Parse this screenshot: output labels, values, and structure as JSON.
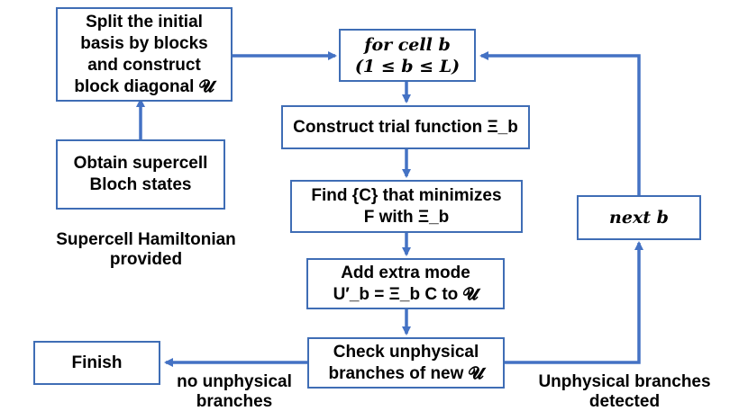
{
  "boxes": {
    "split": [
      "Split the initial",
      "basis by blocks",
      "and construct",
      "block diagonal 𝓤"
    ],
    "obtain": [
      "Obtain supercell",
      "Bloch states"
    ],
    "for_cell": [
      "for  cell b",
      "(1 ≤ b ≤ L)"
    ],
    "construct": "Construct trial function Ξ_b",
    "find": [
      "Find {C} that minimizes",
      "F with Ξ_b"
    ],
    "add": [
      "Add extra mode",
      "U′_b = Ξ_b C to  𝓤"
    ],
    "check": [
      "Check unphysical",
      "branches of new 𝓤"
    ],
    "next": "next b",
    "finish": "Finish"
  },
  "labels": {
    "hamiltonian": [
      "Supercell Hamiltonian",
      "provided"
    ],
    "no_unphysical": [
      "no unphysical",
      "branches"
    ],
    "unphysical_detected": [
      "Unphysical branches",
      "detected"
    ]
  },
  "colors": {
    "accent": "#3f6db5"
  }
}
